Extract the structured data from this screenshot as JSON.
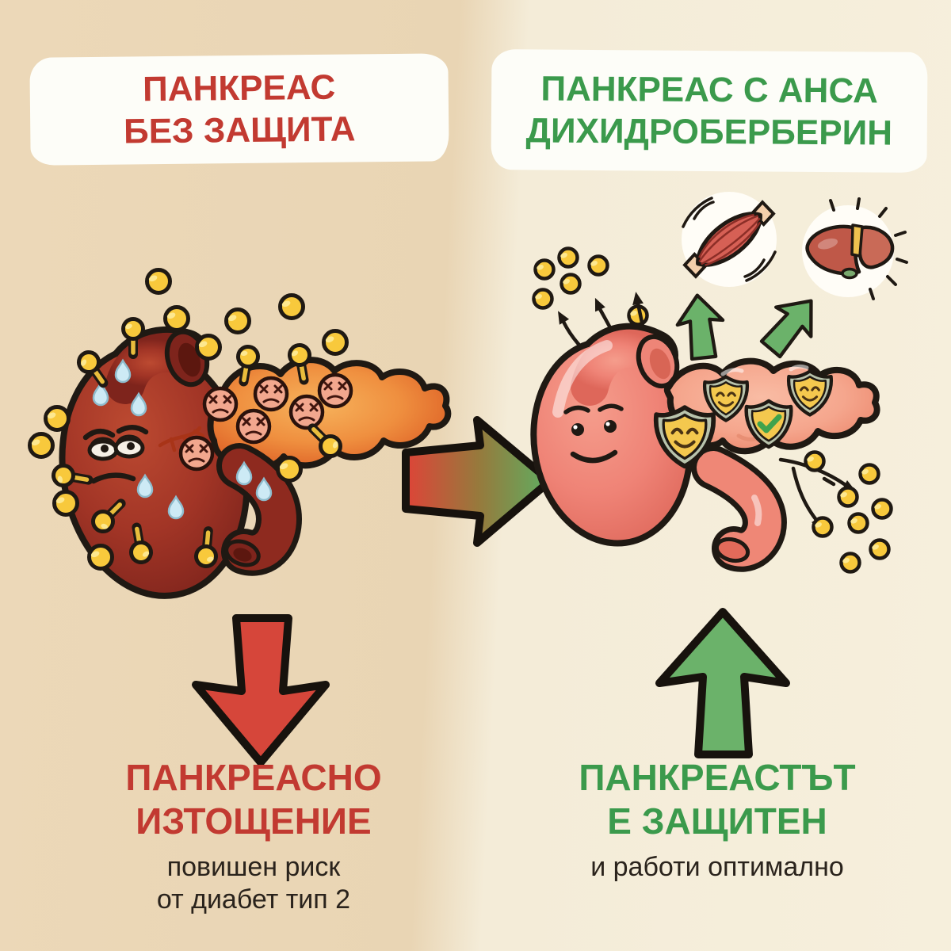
{
  "left_panel": {
    "title_line1": "ПАНКРЕАС",
    "title_line2": "БЕЗ ЗАЩИТА",
    "heading_line1": "ПАНКРЕАСНО",
    "heading_line2": "ИЗТОЩЕНИЕ",
    "subtext_line1": "повишен риск",
    "subtext_line2": "от диабет тип 2"
  },
  "right_panel": {
    "title_line1": "ПАНКРЕАС С АНСА",
    "title_line2": "ДИХИДРОБЕРБЕРИН",
    "heading_line1": "ПАНКРЕАСТЪТ",
    "heading_line2": "Е ЗАЩИТЕН",
    "subtext_line1": "и работи оптимално"
  },
  "colors": {
    "background_left": "#ecd8b8",
    "background_right": "#f6efdc",
    "title_box_white": "#fdfdf8",
    "title_red": "#c23a31",
    "title_green": "#3b9a4c",
    "text_dark": "#2a231c",
    "outline_black": "#1f1913",
    "glucose_yellow": "#f8c93c",
    "pancreas_maroon": "#a23526",
    "pancreas_orange": "#ef8f3f",
    "pancreas_salmon": "#f08679",
    "sweat_blue": "#cdeaf5",
    "dead_face_pink": "#f2a78e",
    "shield_yellow": "#f4c84e",
    "shield_border_sage": "#b9c3ac",
    "check_green": "#3fa34d",
    "arrow_red": "#d6463a",
    "arrow_green": "#6bb26a"
  },
  "icons": {
    "glucose_ball": "yellow circle (blood sugar)",
    "sweat_drop": "blue teardrop",
    "dead_cell_face": "pink circle with x-eyes frown",
    "shield_smiley": "yellow shield with smiling face",
    "shield_check": "yellow shield with green checkmark",
    "muscle": "striated muscle in white circle",
    "liver": "liver in white circle",
    "transition_arrow": "red-to-green right arrow",
    "down_arrow": "red arrow down",
    "up_arrow": "green arrow up"
  }
}
